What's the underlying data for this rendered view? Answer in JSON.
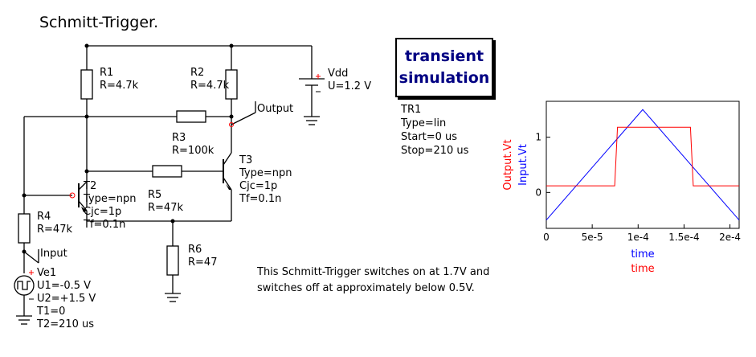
{
  "title": "Schmitt-Trigger.",
  "components": {
    "r1": {
      "name": "R1",
      "value": "R=4.7k"
    },
    "r2": {
      "name": "R2",
      "value": "R=4.7k"
    },
    "r3": {
      "name": "R3",
      "value": "R=100k"
    },
    "r4": {
      "name": "R4",
      "value": "R=47k"
    },
    "r5": {
      "name": "R5",
      "value": "R=47k"
    },
    "r6": {
      "name": "R6",
      "value": "R=47"
    },
    "t2": {
      "name": "T2",
      "type": "Type=npn",
      "cjc": "Cjc=1p",
      "tf": "Tf=0.1n"
    },
    "t3": {
      "name": "T3",
      "type": "Type=npn",
      "cjc": "Cjc=1p",
      "tf": "Tf=0.1n"
    },
    "vdd": {
      "name": "Vdd",
      "value": "U=1.2 V"
    },
    "ve1": {
      "name": "Ve1",
      "u1": "U1=-0.5 V",
      "u2": "U2=+1.5 V",
      "t1": "T1=0",
      "t2": "T2=210 us"
    }
  },
  "node_labels": {
    "output": "Output",
    "input": "Input"
  },
  "simulation": {
    "box_line1": "transient",
    "box_line2": "simulation",
    "name": "TR1",
    "type": "Type=lin",
    "start": "Start=0 us",
    "stop": "Stop=210 us"
  },
  "note": {
    "line1": "This Schmitt-Trigger switches on at 1.7V and",
    "line2": "switches off at approximately below 0.5V."
  },
  "chart_data": {
    "type": "line",
    "xlabel": "time",
    "xlabel2": "time",
    "ylabel_output": "Output.Vt",
    "ylabel_input": "Input.Vt",
    "xlim": [
      0,
      0.00021
    ],
    "ylim": [
      -0.65,
      1.65
    ],
    "x_ticks": [
      0,
      5e-05,
      0.0001,
      0.00015,
      0.0002
    ],
    "x_tick_labels": [
      "0",
      "5e-5",
      "1e-4",
      "1.5e-4",
      "2e-4"
    ],
    "y_ticks": [
      0,
      1
    ],
    "y_tick_labels": [
      "0",
      "1"
    ],
    "colors": {
      "output": "#ff0000",
      "input": "#0000ff"
    },
    "series": [
      {
        "name": "Input.Vt",
        "x": [
          0,
          0.000105,
          0.00021
        ],
        "y": [
          -0.5,
          1.5,
          -0.5
        ]
      },
      {
        "name": "Output.Vt",
        "x": [
          0,
          7.45e-05,
          7.75e-05,
          0.000157,
          0.00016,
          0.00021
        ],
        "y": [
          0.12,
          0.12,
          1.18,
          1.18,
          0.12,
          0.12
        ]
      }
    ]
  }
}
